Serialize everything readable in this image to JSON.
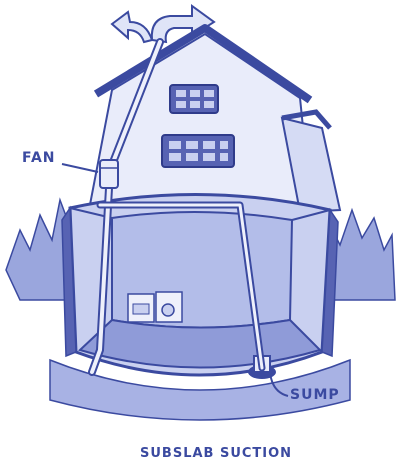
{
  "labels": {
    "fan": "FAN",
    "sump": "SUMP",
    "caption": "SUBSLAB SUCTION"
  },
  "colors": {
    "ink": "#3b4aa0",
    "light": "#c9d0f0",
    "mid": "#9aa6dd",
    "dark": "#5763b3"
  }
}
